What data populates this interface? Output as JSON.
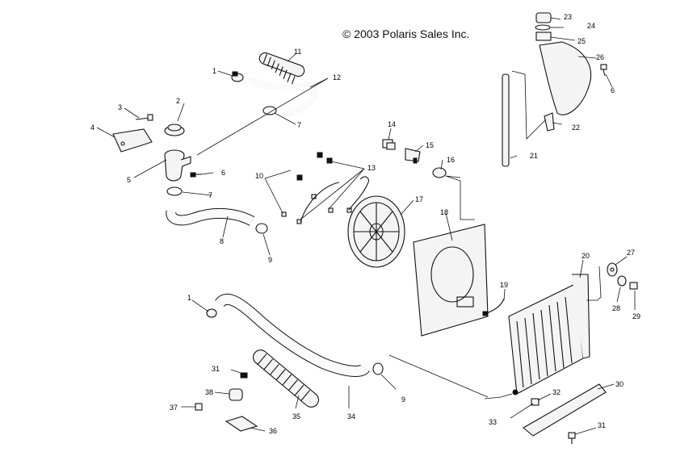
{
  "copyright": "© 2003 Polaris Sales Inc.",
  "callouts": [
    {
      "id": "c1a",
      "text": "1"
    },
    {
      "id": "c1b",
      "text": "1"
    },
    {
      "id": "c2",
      "text": "2"
    },
    {
      "id": "c3",
      "text": "3"
    },
    {
      "id": "c4",
      "text": "4"
    },
    {
      "id": "c5",
      "text": "5"
    },
    {
      "id": "c6a",
      "text": "6"
    },
    {
      "id": "c6b",
      "text": "6"
    },
    {
      "id": "c7a",
      "text": "7"
    },
    {
      "id": "c7b",
      "text": "7"
    },
    {
      "id": "c8",
      "text": "8"
    },
    {
      "id": "c9a",
      "text": "9"
    },
    {
      "id": "c9b",
      "text": "9"
    },
    {
      "id": "c10",
      "text": "10"
    },
    {
      "id": "c11",
      "text": "11"
    },
    {
      "id": "c12",
      "text": "12"
    },
    {
      "id": "c13",
      "text": "13"
    },
    {
      "id": "c14",
      "text": "14"
    },
    {
      "id": "c15",
      "text": "15"
    },
    {
      "id": "c16",
      "text": "16"
    },
    {
      "id": "c17",
      "text": "17"
    },
    {
      "id": "c18",
      "text": "18"
    },
    {
      "id": "c19",
      "text": "19"
    },
    {
      "id": "c20",
      "text": "20"
    },
    {
      "id": "c21",
      "text": "21"
    },
    {
      "id": "c22",
      "text": "22"
    },
    {
      "id": "c23",
      "text": "23"
    },
    {
      "id": "c24",
      "text": "24"
    },
    {
      "id": "c25",
      "text": "25"
    },
    {
      "id": "c26",
      "text": "26"
    },
    {
      "id": "c27",
      "text": "27"
    },
    {
      "id": "c28",
      "text": "28"
    },
    {
      "id": "c29",
      "text": "29"
    },
    {
      "id": "c30",
      "text": "30"
    },
    {
      "id": "c31a",
      "text": "31"
    },
    {
      "id": "c31b",
      "text": "31"
    },
    {
      "id": "c32",
      "text": "32"
    },
    {
      "id": "c33",
      "text": "33"
    },
    {
      "id": "c34",
      "text": "34"
    },
    {
      "id": "c35",
      "text": "35"
    },
    {
      "id": "c36",
      "text": "36"
    },
    {
      "id": "c37",
      "text": "37"
    },
    {
      "id": "c38",
      "text": "38"
    }
  ]
}
